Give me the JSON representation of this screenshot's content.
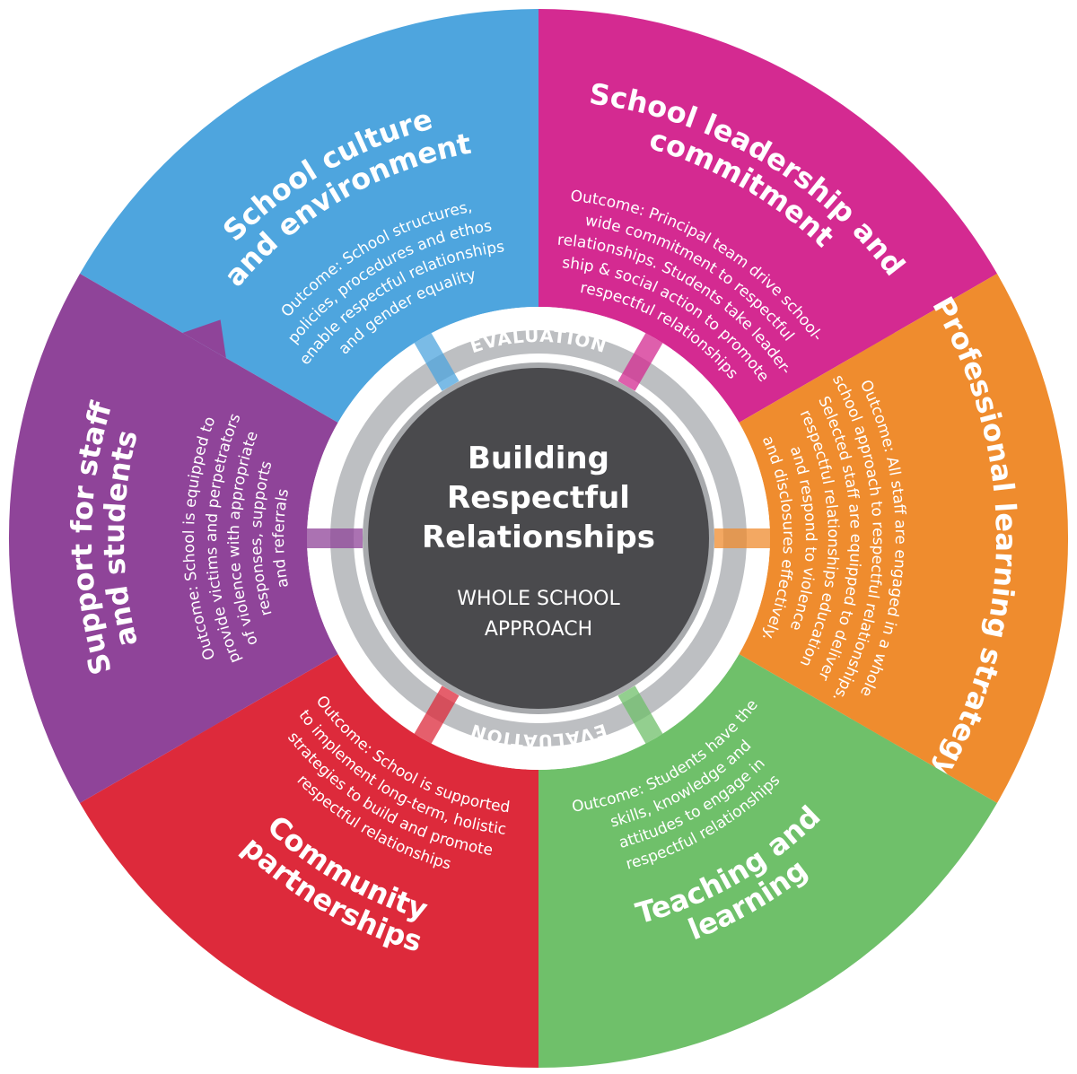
{
  "center": {
    "title_lines": [
      "Building",
      "Respectful",
      "Relationships"
    ],
    "subtitle_lines": [
      "WHOLE SCHOOL",
      "APPROACH"
    ]
  },
  "evaluation": [
    "EVALUATION",
    "EVALUATION"
  ],
  "segments": [
    {
      "id": "school-culture",
      "color": "#4ea5de",
      "title_lines": [
        "School culture",
        "and environment"
      ],
      "body_lines": [
        "Outcome: School structures,",
        "policies, procedures and ethos",
        "enable respectful relationships",
        "and gender equality"
      ]
    },
    {
      "id": "school-leadership",
      "color": "#d42a91",
      "title_lines": [
        "School leadership and",
        "commitment"
      ],
      "body_lines": [
        "Outcome: Principal team drive school-",
        "wide commitment to respectful",
        "relationships. Students take leader-",
        "ship & social action to promote",
        "respectful relationships"
      ]
    },
    {
      "id": "professional-learning",
      "color": "#ef8c2e",
      "title_lines": [
        "Professional learning strategy"
      ],
      "body_lines": [
        "Outcome: All staff are engaged in a whole",
        "school approach to respectful relationships.",
        "Selected staff are equipped to deliver",
        "respectful relationships education",
        "and respond to violence",
        "and disclosures effectively."
      ]
    },
    {
      "id": "teaching-learning",
      "color": "#6fc06a",
      "title_lines": [
        "Teaching and",
        "learning"
      ],
      "body_lines": [
        "Outcome: Students have the",
        "skills, knowledge and",
        "attitudes to engage in",
        "respectful relationships"
      ]
    },
    {
      "id": "community-partnerships",
      "color": "#dd2a3b",
      "title_lines": [
        "Community",
        "partnerships"
      ],
      "body_lines": [
        "Outcome: School is supported",
        "to implement long-term, holistic",
        "strategies to build and promote",
        "respectful relationships"
      ]
    },
    {
      "id": "support-staff-students",
      "color": "#8f4499",
      "title_lines": [
        "Support for staff",
        "and students"
      ],
      "body_lines": [
        "Outcome: School is equipped to",
        "provide victims and perpetrators",
        "of violence with appropriate",
        "responses, supports",
        "and referrals"
      ]
    }
  ]
}
